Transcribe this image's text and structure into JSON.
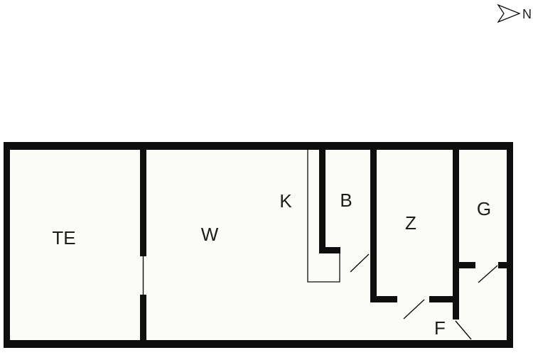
{
  "meta": {
    "colors": {
      "background": "#ffffff",
      "floor": "#fbfbf7",
      "wall": "#0e0e0e",
      "label": "#1c1c1c"
    }
  },
  "compass": {
    "label": "N"
  },
  "rooms": [
    {
      "id": "te",
      "label": "TE"
    },
    {
      "id": "w",
      "label": "W"
    },
    {
      "id": "k",
      "label": "K"
    },
    {
      "id": "b",
      "label": "B"
    },
    {
      "id": "z",
      "label": "Z"
    },
    {
      "id": "g",
      "label": "G"
    },
    {
      "id": "f",
      "label": "F"
    }
  ]
}
